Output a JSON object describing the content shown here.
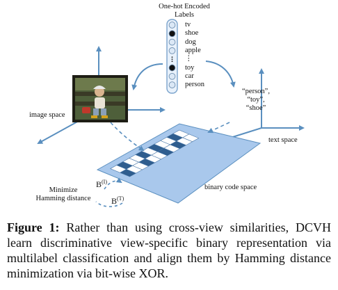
{
  "figure": {
    "labels_header_line1": "One-hot Encoded",
    "labels_header_line2": "Labels",
    "labels": [
      "tv",
      "shoe",
      "dog",
      "apple",
      "⋮",
      "toy",
      "car",
      "person"
    ],
    "label_states": [
      false,
      true,
      false,
      false,
      null,
      true,
      false,
      false
    ],
    "image_space_label": "image space",
    "text_tags": [
      "“person”,",
      "“toy”,",
      "“shoe”"
    ],
    "text_space_label": "text space",
    "binary_space_label": "binary code space",
    "minimize_line1": "Minimize",
    "minimize_line2": "Hamming distance",
    "code_image": "B(I)",
    "code_text": "B(T)",
    "colors": {
      "arrow": "#5a8fbf",
      "plane_fill": "#a9c8ec",
      "grid_dark": "#2f5d8e",
      "grid_light": "#ffffff"
    }
  },
  "caption": {
    "prefix": "Figure 1:",
    "text": " Rather than using cross-view similarities, DCVH learn discriminative view-specific binary representation via multilabel classification and align them by Hamming distance minimization via bit-wise XOR."
  }
}
